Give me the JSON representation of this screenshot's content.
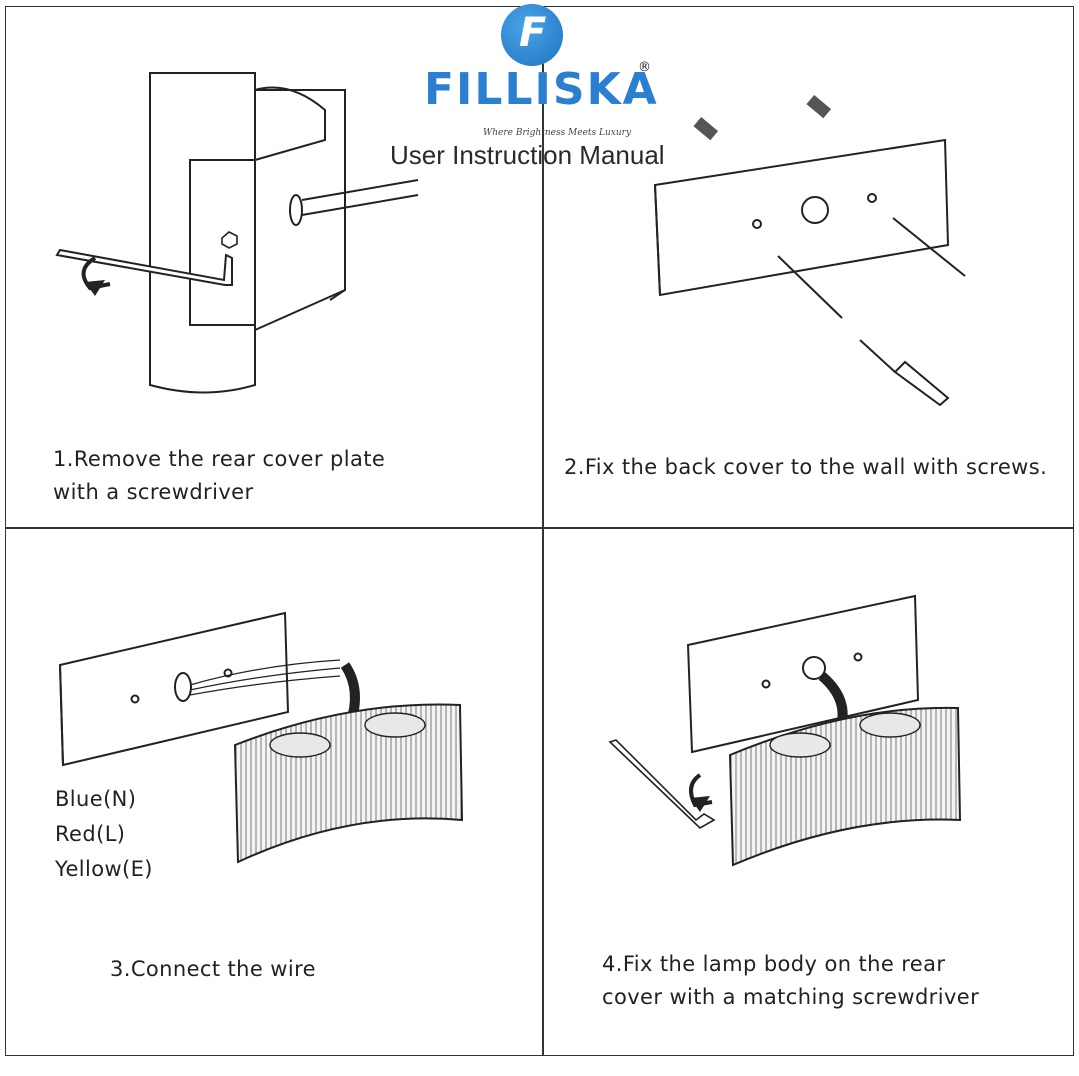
{
  "brand": {
    "logo_letter": "F",
    "name": "FILLISKA",
    "registered": "®",
    "tagline": "Where Brightness Meets Luxury",
    "subtitle": "User Instruction Manual",
    "color": "#2b7fd0"
  },
  "steps": [
    {
      "caption_line1": "1.Remove the rear cover plate",
      "caption_line2": "with a screwdriver"
    },
    {
      "caption_line1": "2.Fix the back cover to the wall with screws."
    },
    {
      "caption_line1": "3.Connect the wire",
      "wires": [
        "Blue(N)",
        "Red(L)",
        "Yellow(E)"
      ]
    },
    {
      "caption_line1": "4.Fix the lamp body on the rear",
      "caption_line2": "cover with a matching screwdriver"
    }
  ]
}
